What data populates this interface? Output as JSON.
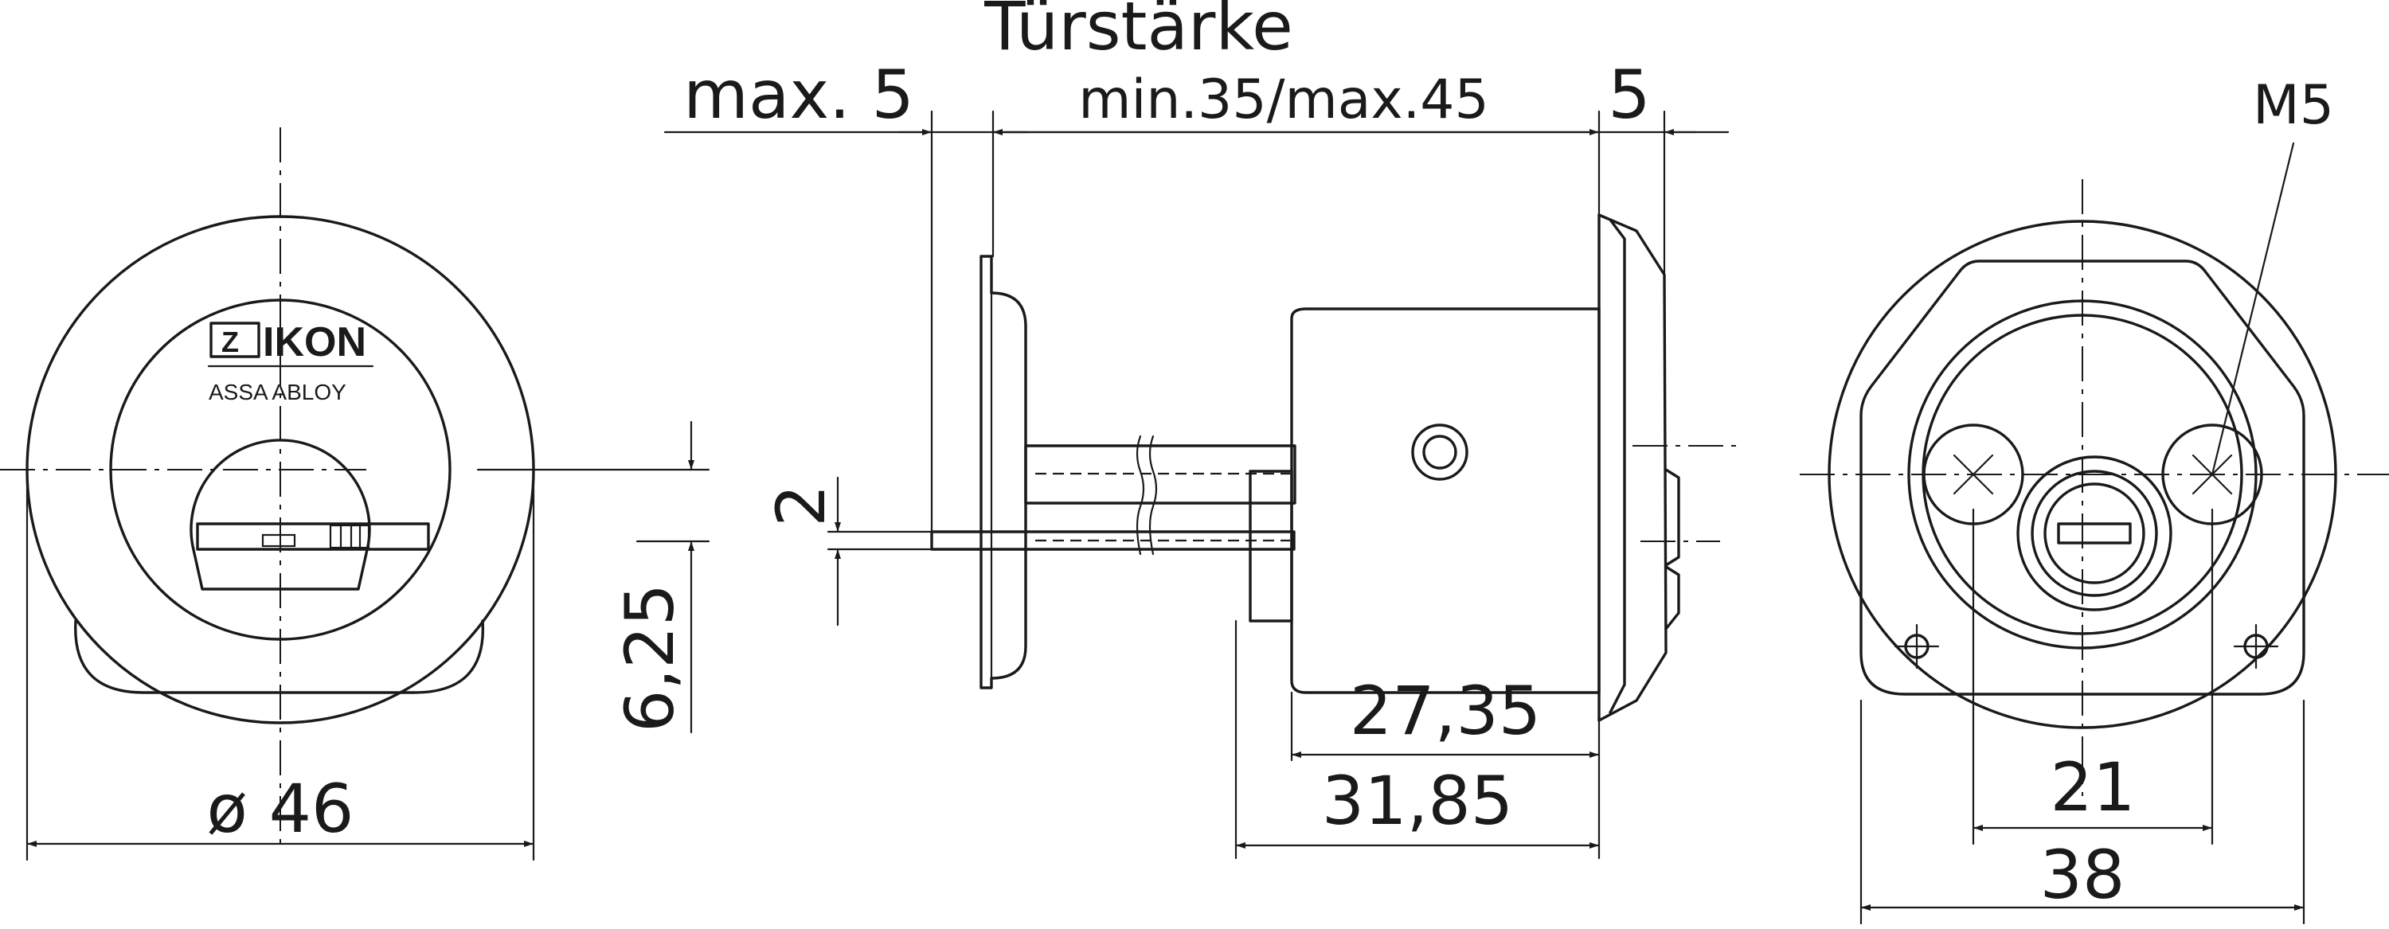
{
  "front_view": {
    "logo_mark": "Z",
    "logo_text": "IKON",
    "logo_sub": "ASSA ABLOY",
    "diameter_label": "ø 46",
    "offset_label": "6,25"
  },
  "side_view": {
    "door_thickness_label": "Türstärke",
    "door_thickness_range": "min.35/max.45",
    "left_projection": "max. 5",
    "right_projection": "5",
    "pin_label": "2",
    "length_inner": "27,35",
    "length_outer": "31,85"
  },
  "back_view": {
    "screw_label": "M5",
    "screw_spacing": "21",
    "plate_width": "38"
  }
}
